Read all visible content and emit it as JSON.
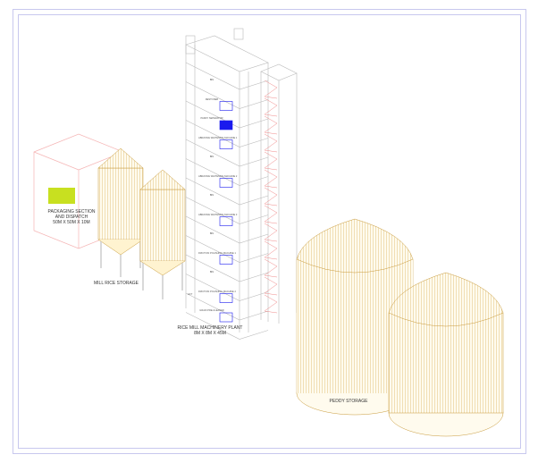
{
  "packaging": {
    "title": "PACKAGING SECTION",
    "line2": "AND DISPATCH",
    "size": "50M X 50M X 10M"
  },
  "mill_rice_storage": {
    "label": "MILL RICE STORAGE"
  },
  "plant": {
    "title": "RICE MILL MACHINERY PLANT",
    "size": "8M X 8M X 45M",
    "floors": [
      "BIN",
      "DESTONER",
      "PADDY SEPARATOR",
      "ABRASIVE WHITENING MACHINE 1",
      "BIN",
      "ABRASIVE WHITENING MACHINE 2",
      "BIN",
      "ABRASIVE WHITENING MACHINE 3",
      "BIN",
      "FRICTION POLISHING MACHINE 1",
      "BIN",
      "FRICTION POLISHING MACHINE 2",
      "GRAIN PRE-CLEANER"
    ],
    "lift": "LIFT"
  },
  "paddy_storage": {
    "label": "PEDDY STORAGE"
  },
  "colors": {
    "silo": "#c89a3a",
    "machine": "#1a1aee",
    "stair": "#f08a8a",
    "frame": "#c8c8ee"
  }
}
